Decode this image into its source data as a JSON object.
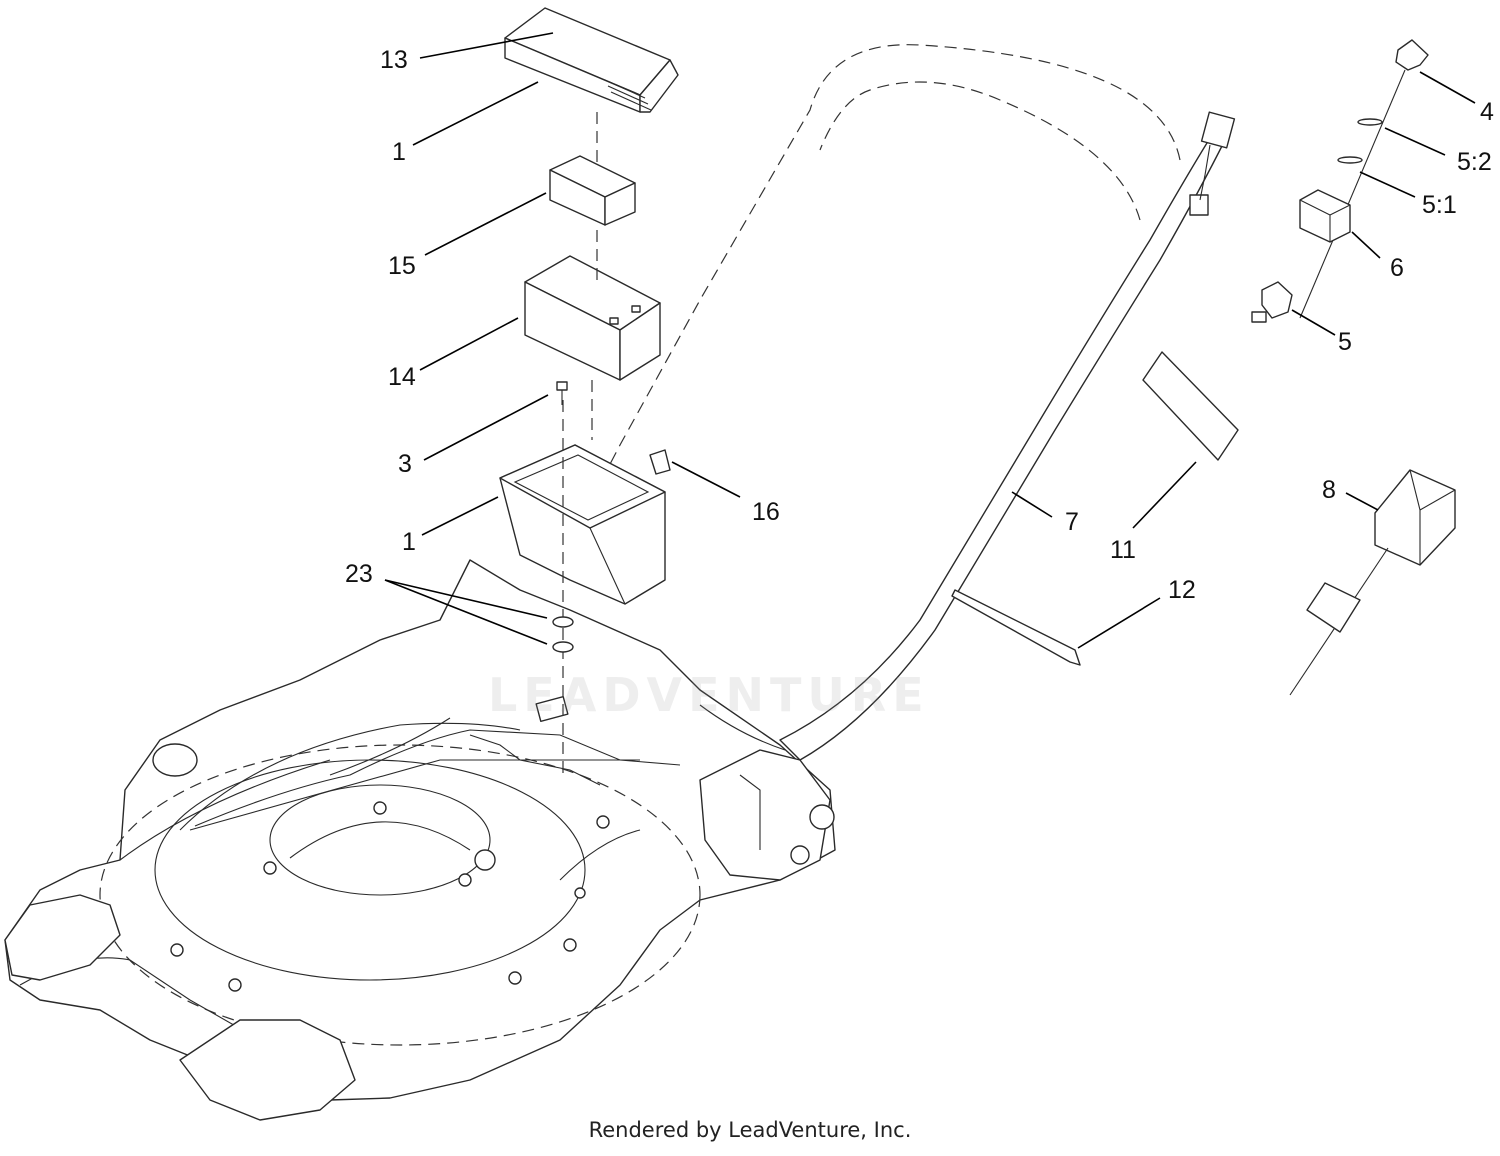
{
  "callouts": {
    "c13": "13",
    "c1_top": "1",
    "c15": "15",
    "c14": "14",
    "c3": "3",
    "c1_box": "1",
    "c16": "16",
    "c23": "23",
    "c7": "7",
    "c11": "11",
    "c12": "12",
    "c4": "4",
    "c5_2": "5:2",
    "c5_1": "5:1",
    "c6": "6",
    "c5": "5",
    "c8": "8"
  },
  "watermark": "LEADVENTURE",
  "footer_text": "Rendered by LeadVenture, Inc."
}
